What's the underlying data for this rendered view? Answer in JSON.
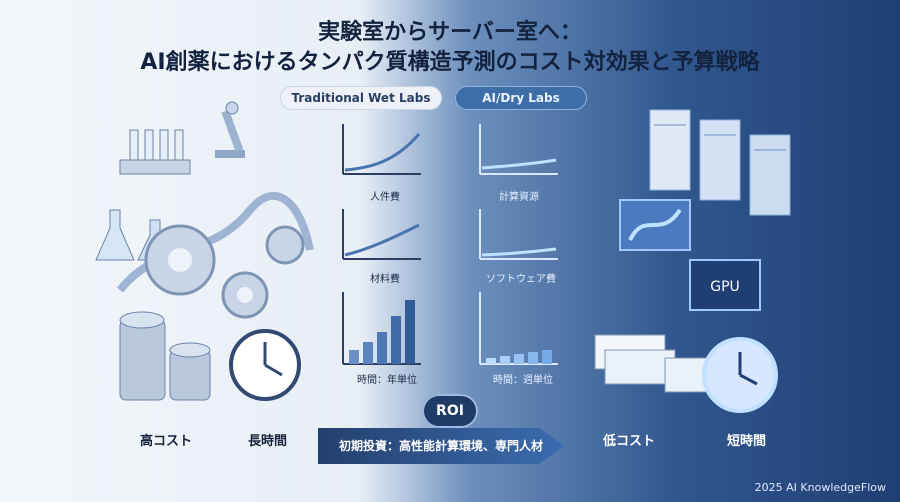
{
  "title": {
    "line1": "実験室からサーバー室へ：",
    "line2": "AI創薬におけるタンパク質構造予測のコスト対効果と予算戦略"
  },
  "left_panel_label": "Traditional Wet Labs",
  "right_panel_label": "AI/Dry Labs",
  "charts_left": [
    {
      "label": "人件費"
    },
    {
      "label": "材料費"
    },
    {
      "label": "時間：年単位"
    }
  ],
  "charts_right": [
    {
      "label": "計算資源"
    },
    {
      "label": "ソフトウェア費"
    },
    {
      "label": "時間：週単位"
    }
  ],
  "left_bottom": {
    "cost": "高コスト",
    "time": "長時間"
  },
  "right_bottom": {
    "cost": "低コスト",
    "time": "短時間"
  },
  "roi": "ROI",
  "banner": "初期投資：高性能計算環境、専門人材",
  "gpu_label": "GPU",
  "footer": "2025 AI KnowledgeFlow",
  "colors": {
    "left_bg": "#eef3f9",
    "right_bg": "#27508a",
    "accent": "#3e6ea8",
    "dark_navy": "#13233f"
  },
  "icons": [
    "microscope-icon",
    "test-tubes-icon",
    "flask-icon",
    "gear-icon",
    "coins-icon",
    "clock-icon",
    "server-icon",
    "gpu-chip-icon",
    "protein-icon",
    "cash-icon"
  ]
}
